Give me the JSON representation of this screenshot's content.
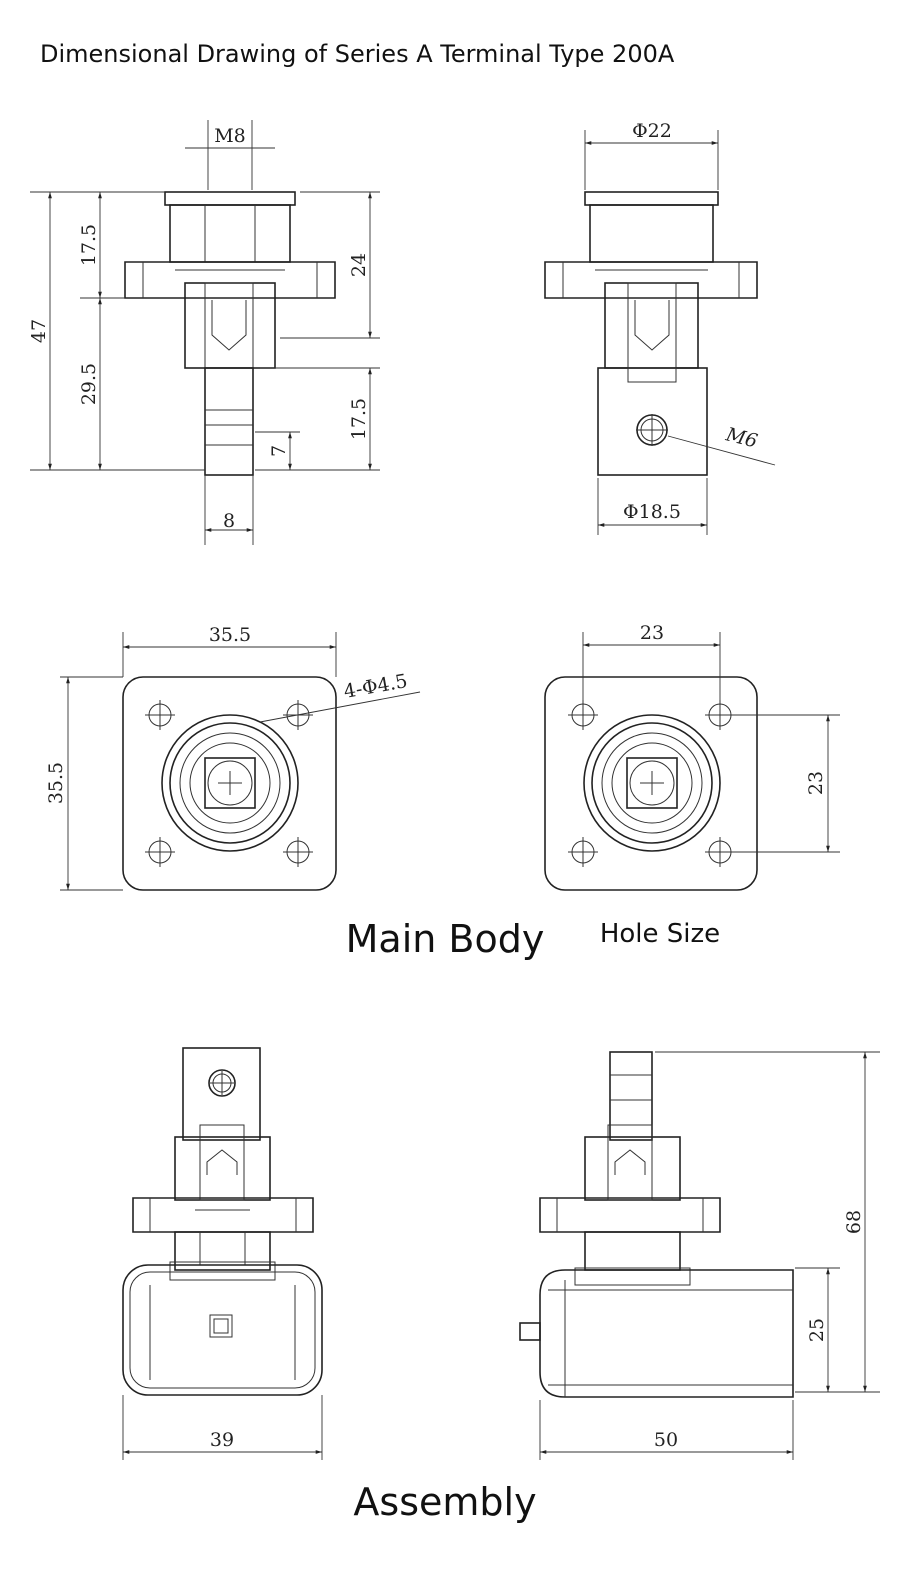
{
  "title": "Dimensional Drawing of Series A Terminal Type 200A",
  "front_view": {
    "thread": "M8",
    "upper_height": "17.5",
    "total_height": "47",
    "lower_height": "29.5",
    "flange_to_bottom": "24",
    "pin_length": "17.5",
    "pin_slot": "7",
    "pin_width": "8"
  },
  "side_view": {
    "cap_diameter": "Φ22",
    "hole_thread": "M6",
    "tab_width": "Φ18.5"
  },
  "main_body": {
    "width": "35.5",
    "height": "35.5",
    "mounting_holes": "4-Φ4.5",
    "label": "Main Body"
  },
  "hole_size": {
    "spacing_x": "23",
    "spacing_y": "23",
    "label": "Hole Size"
  },
  "assembly": {
    "width_front": "39",
    "width_side": "50",
    "total_height": "68",
    "box_height": "25",
    "label": "Assembly"
  }
}
